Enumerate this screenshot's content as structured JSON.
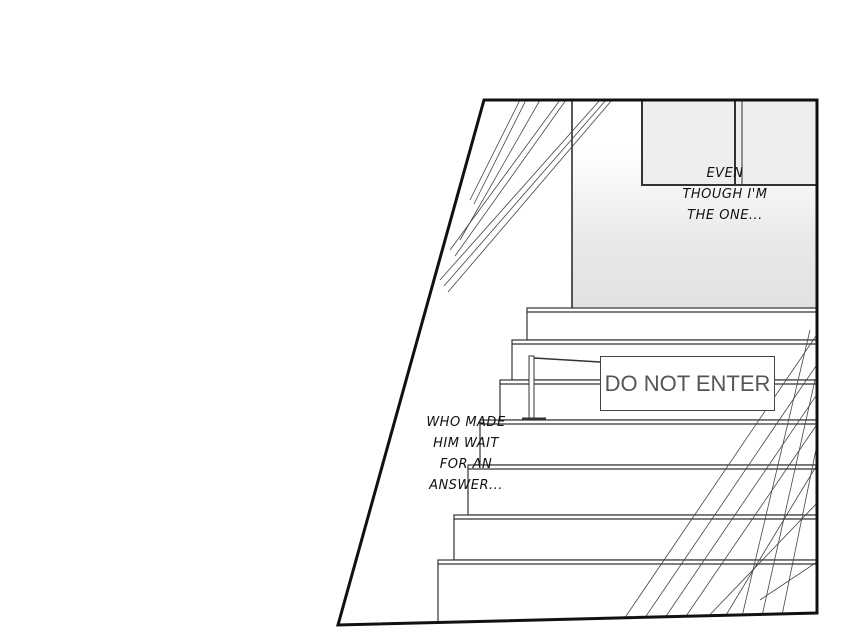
{
  "panel": {
    "caption_top": [
      "EVEN",
      "THOUGH I'M",
      "THE ONE..."
    ],
    "caption_left": [
      "WHO MADE",
      "HIM WAIT",
      "FOR AN",
      "ANSWER..."
    ],
    "sign_text": "DO NOT ENTER"
  },
  "colors": {
    "ink": "#111111",
    "screentone": "#e6e6e6"
  }
}
